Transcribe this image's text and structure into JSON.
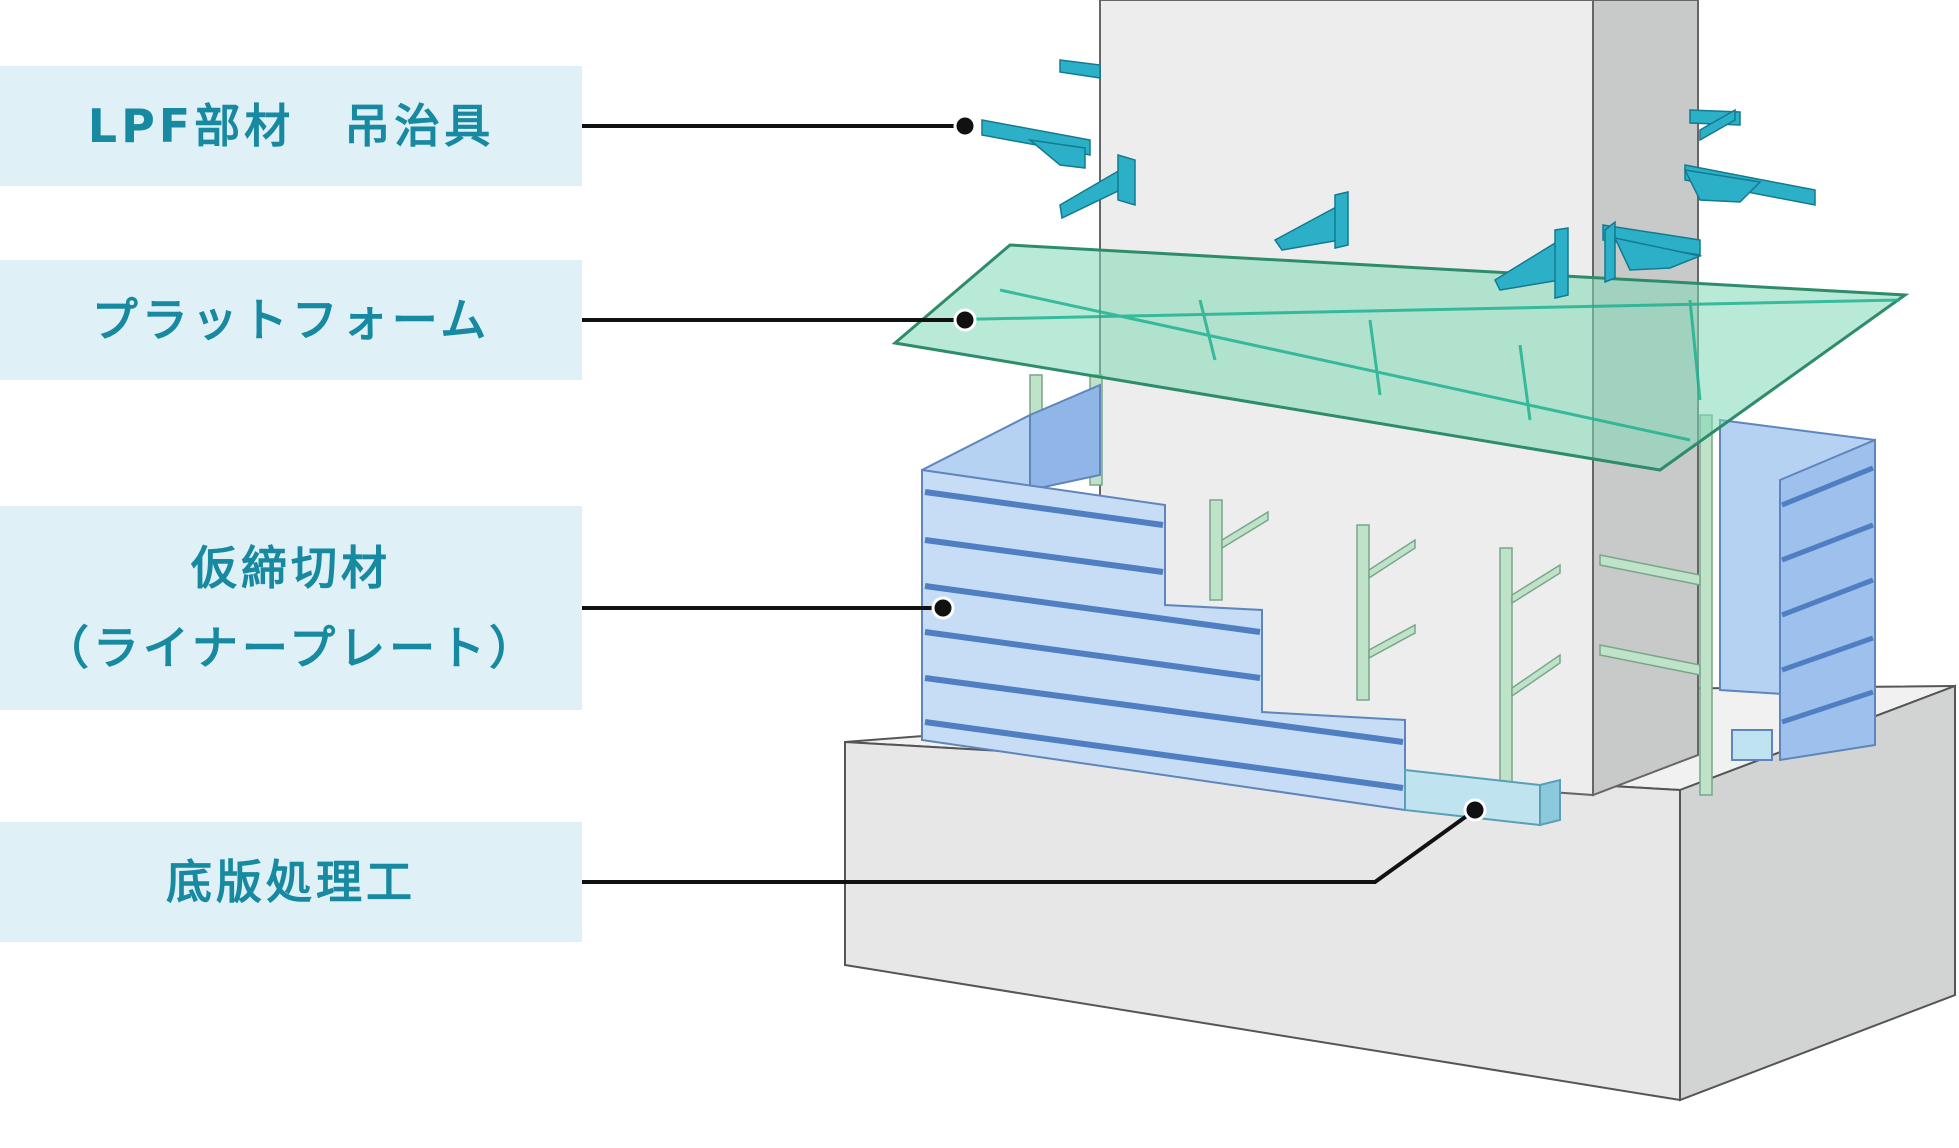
{
  "labels": {
    "lifting_jig": "LPF部材　吊治具",
    "platform": "プラットフォーム",
    "liner_plate_line1": "仮締切材",
    "liner_plate_line2": "（ライナープレート）",
    "base_treatment": "底版処理工"
  },
  "colors": {
    "label_background": "#dff0f6",
    "label_text": "#1789a1",
    "leader_line": "#111111",
    "concrete": "#e9ebea",
    "platform": "#63d0a6",
    "bracket": "#2bb0c8",
    "liner_plate": "#a8c8ee",
    "frame": "#bfe3c8"
  }
}
